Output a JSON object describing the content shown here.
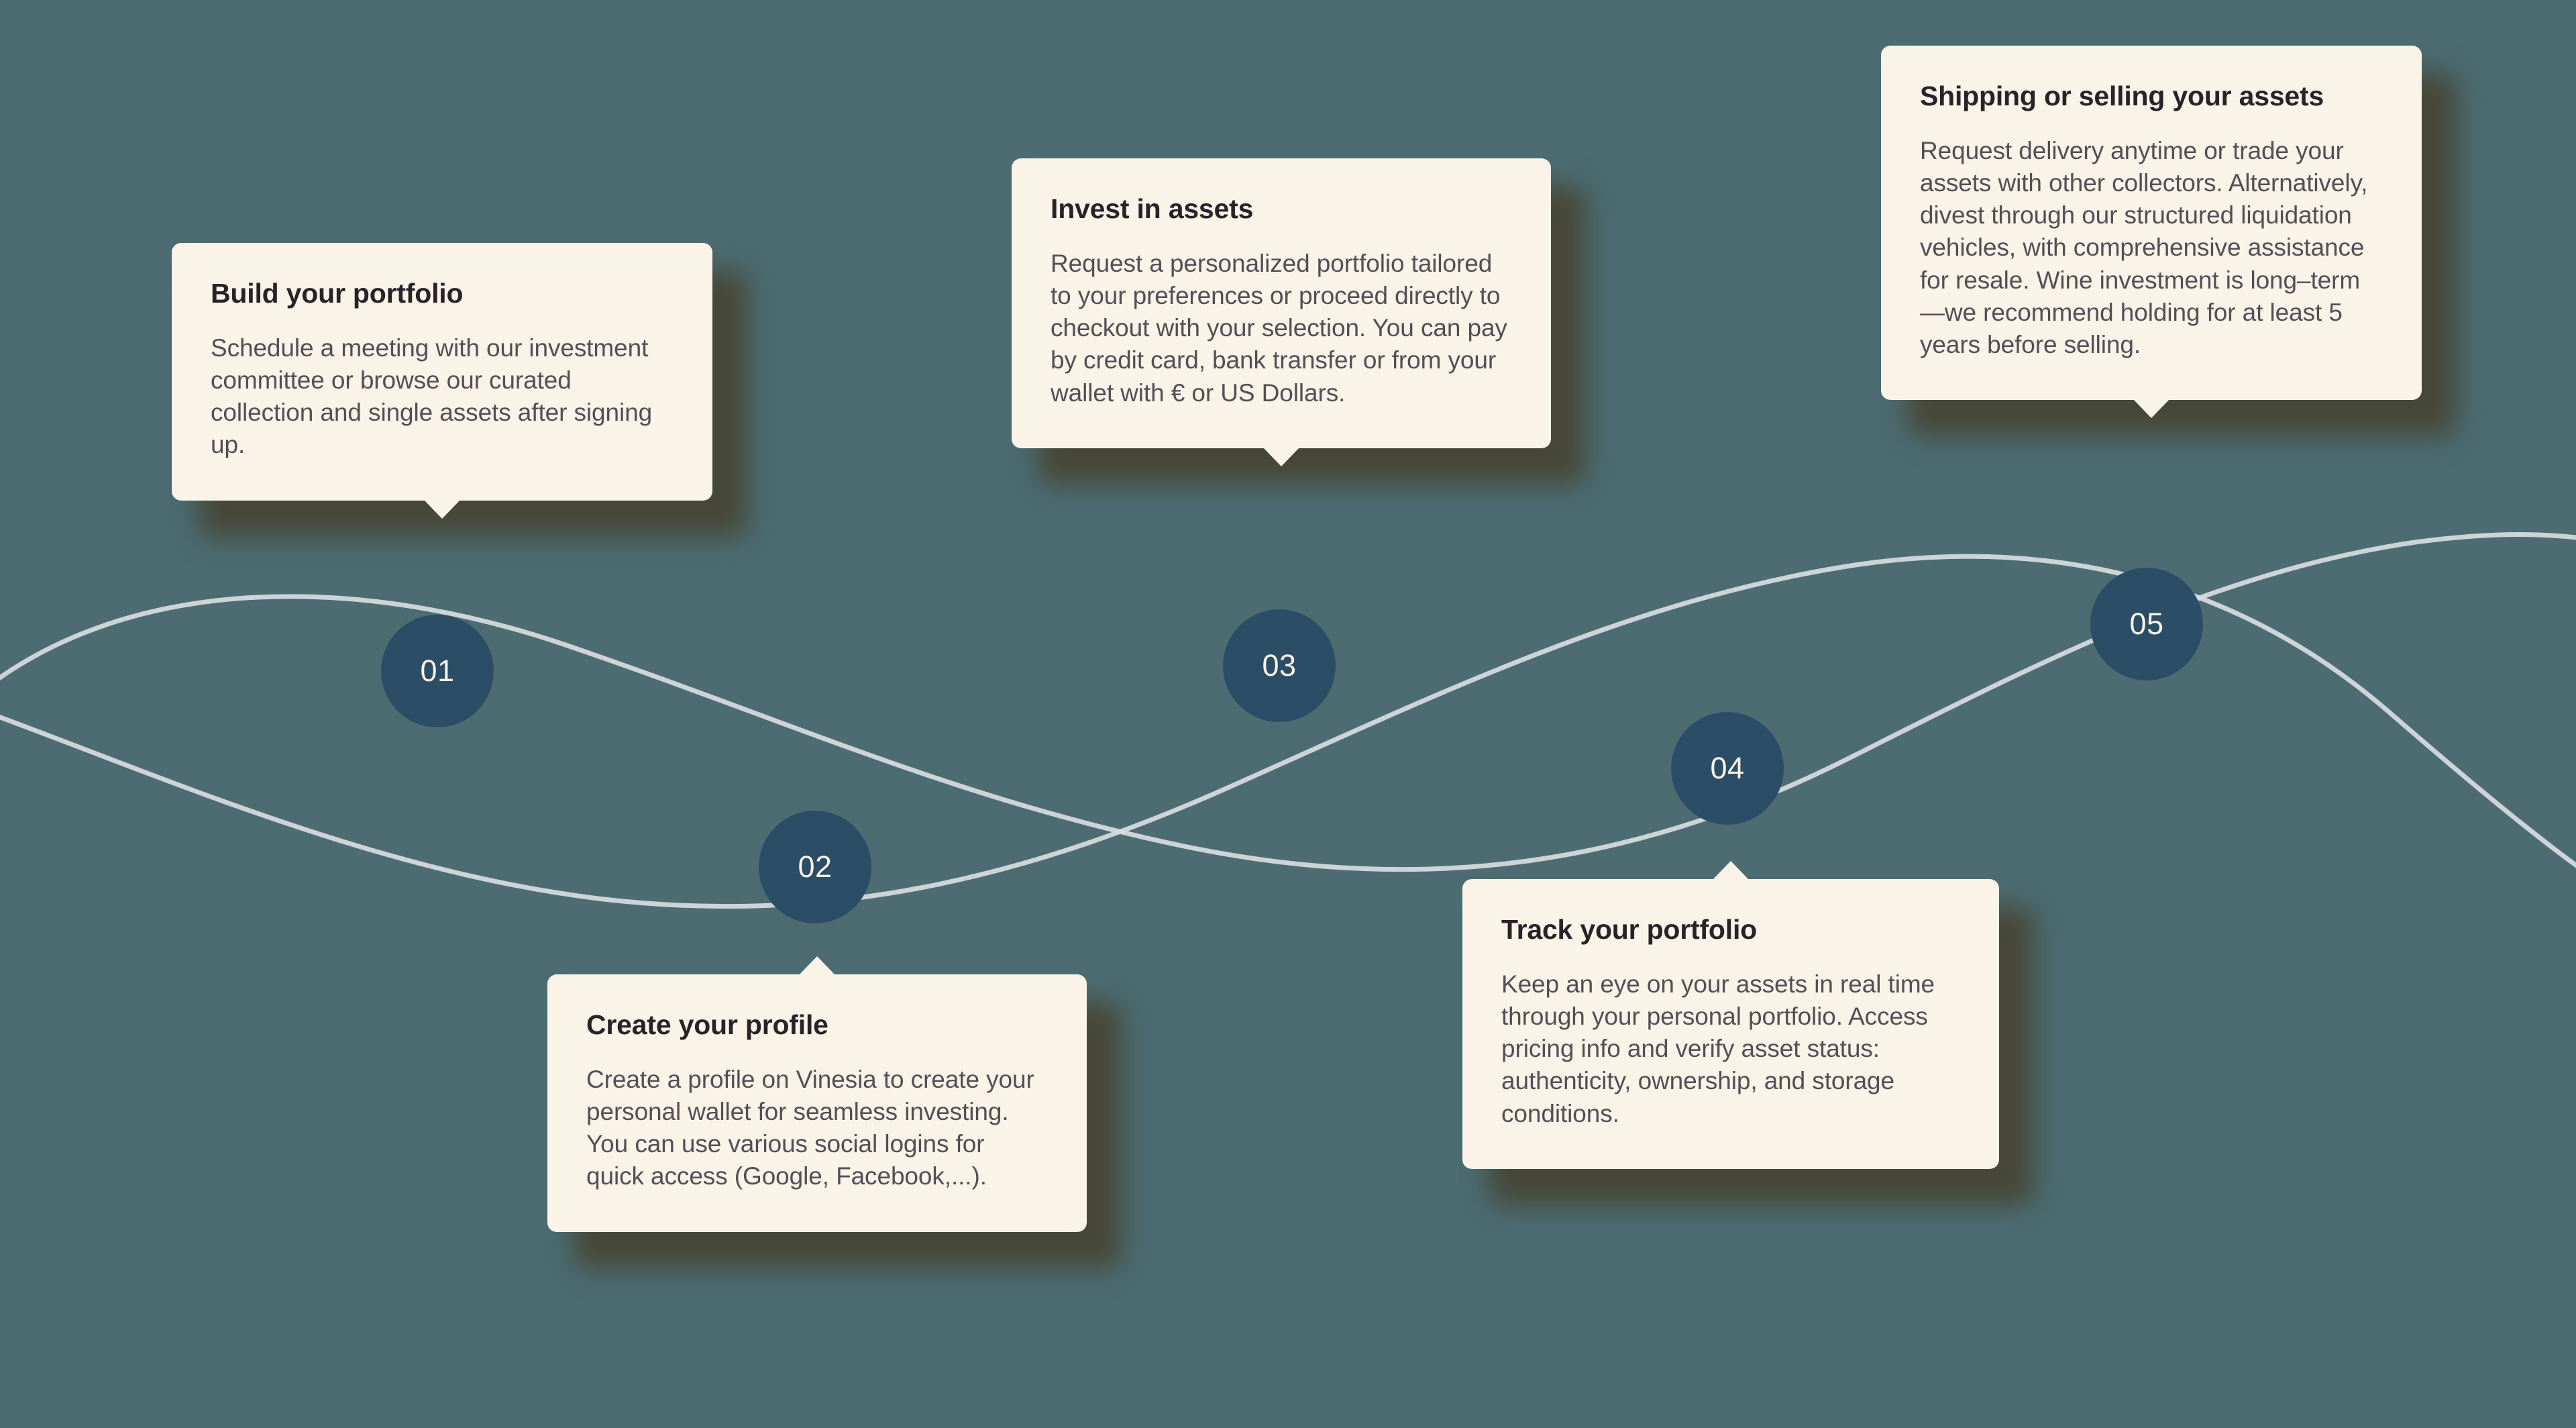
{
  "theme": {
    "background": "#4c6c72",
    "card_background": "#f9f3e8",
    "card_shadow": "#463e28",
    "circle_background": "#2c4d66",
    "circle_text": "#f9f3e8",
    "title_color": "#2d2129",
    "body_color": "#554e56",
    "curve_color": "#d8dde0"
  },
  "diagram": {
    "type": "process-timeline",
    "step_count": 5,
    "steps": [
      {
        "number": "01",
        "title": "Build your portfolio",
        "body": "Schedule a meeting with our investment committee or browse our curated collection and single assets after signing up.",
        "card_position": "above"
      },
      {
        "number": "02",
        "title": "Create your profile",
        "body": "Create a profile on Vinesia to create your personal wallet for seamless investing. You can use various social logins for quick access (Google, Facebook,...).",
        "card_position": "below"
      },
      {
        "number": "03",
        "title": "Invest in assets",
        "body": "Request a personalized portfolio tailored to your preferences or proceed directly to checkout with your selection. You can pay by credit card, bank transfer or from your wallet with € or US Dollars.",
        "card_position": "above"
      },
      {
        "number": "04",
        "title": "Track your portfolio",
        "body": "Keep an eye on your assets in real time through your personal portfolio. Access pricing info and verify asset status: authenticity, ownership, and storage conditions.",
        "card_position": "below"
      },
      {
        "number": "05",
        "title": "Shipping or selling your assets",
        "body": "Request delivery anytime or trade your assets with other collectors. Alternatively, divest through our structured liquidation vehicles, with comprehensive assistance for resale. Wine investment is long–term—we recommend holding for at least 5 years before selling.",
        "card_position": "above"
      }
    ]
  }
}
